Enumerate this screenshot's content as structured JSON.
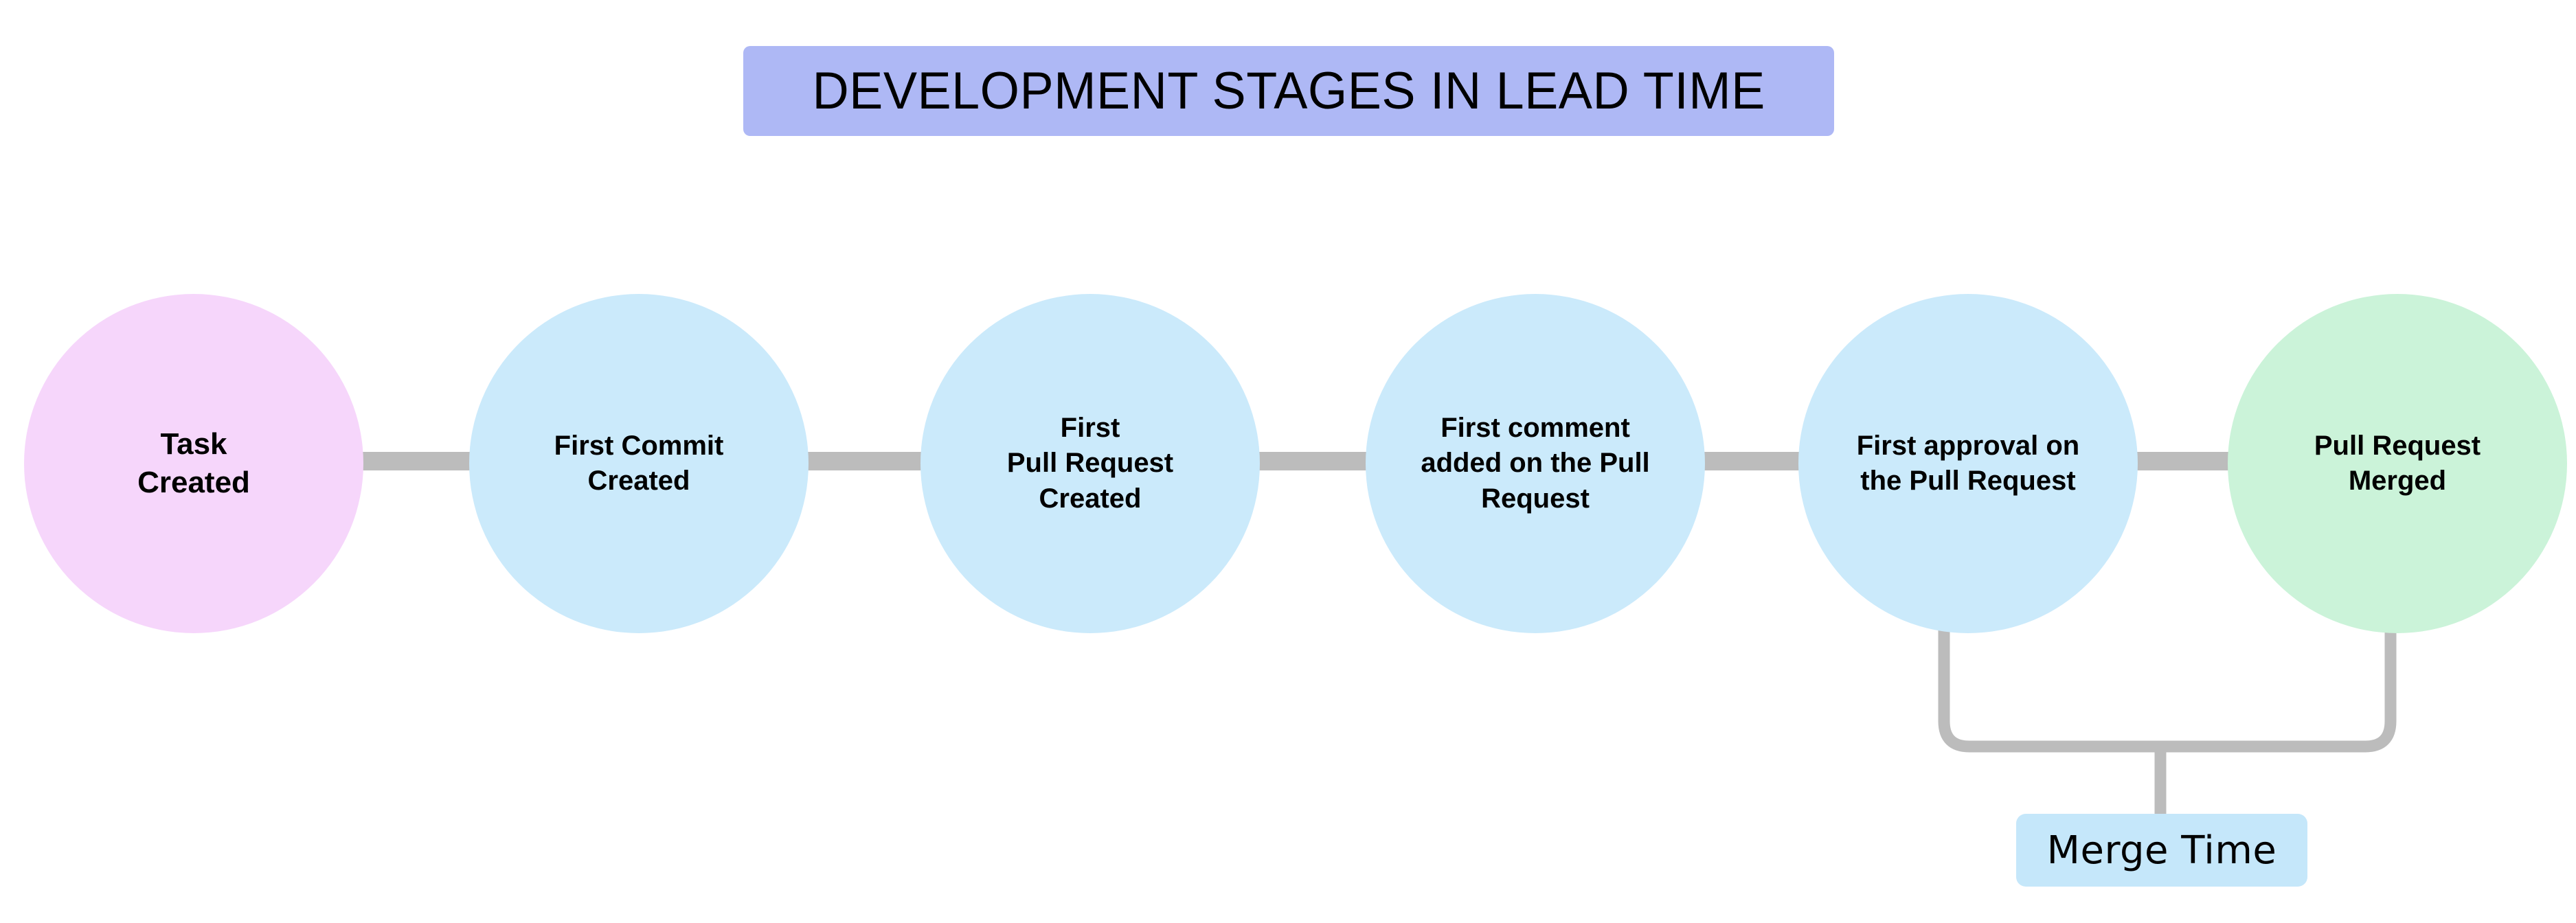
{
  "diagram": {
    "title": "DEVELOPMENT STAGES IN LEAD TIME",
    "title_bg": "#aeb8f5",
    "background": "#ffffff",
    "connector_color": "#bcbcbc",
    "stages": [
      {
        "id": "task-created",
        "label": "Task\nCreated",
        "color": "#f6d6fb"
      },
      {
        "id": "first-commit-created",
        "label": "First Commit\nCreated",
        "color": "#cbeafb"
      },
      {
        "id": "first-pull-request-created",
        "label": "First\nPull Request\nCreated",
        "color": "#cbeafb"
      },
      {
        "id": "first-comment-added",
        "label": "First comment\nadded on the Pull\nRequest",
        "color": "#cbeafb"
      },
      {
        "id": "first-approval",
        "label": "First approval on\nthe Pull Request",
        "color": "#cbeafb"
      },
      {
        "id": "pull-request-merged",
        "label": "Pull Request\nMerged",
        "color": "#cbf3d9"
      }
    ],
    "annotations": [
      {
        "id": "merge-time",
        "label": "Merge Time",
        "color": "#c5e7fa",
        "spans_from": "first-approval",
        "spans_to": "pull-request-merged"
      }
    ]
  }
}
